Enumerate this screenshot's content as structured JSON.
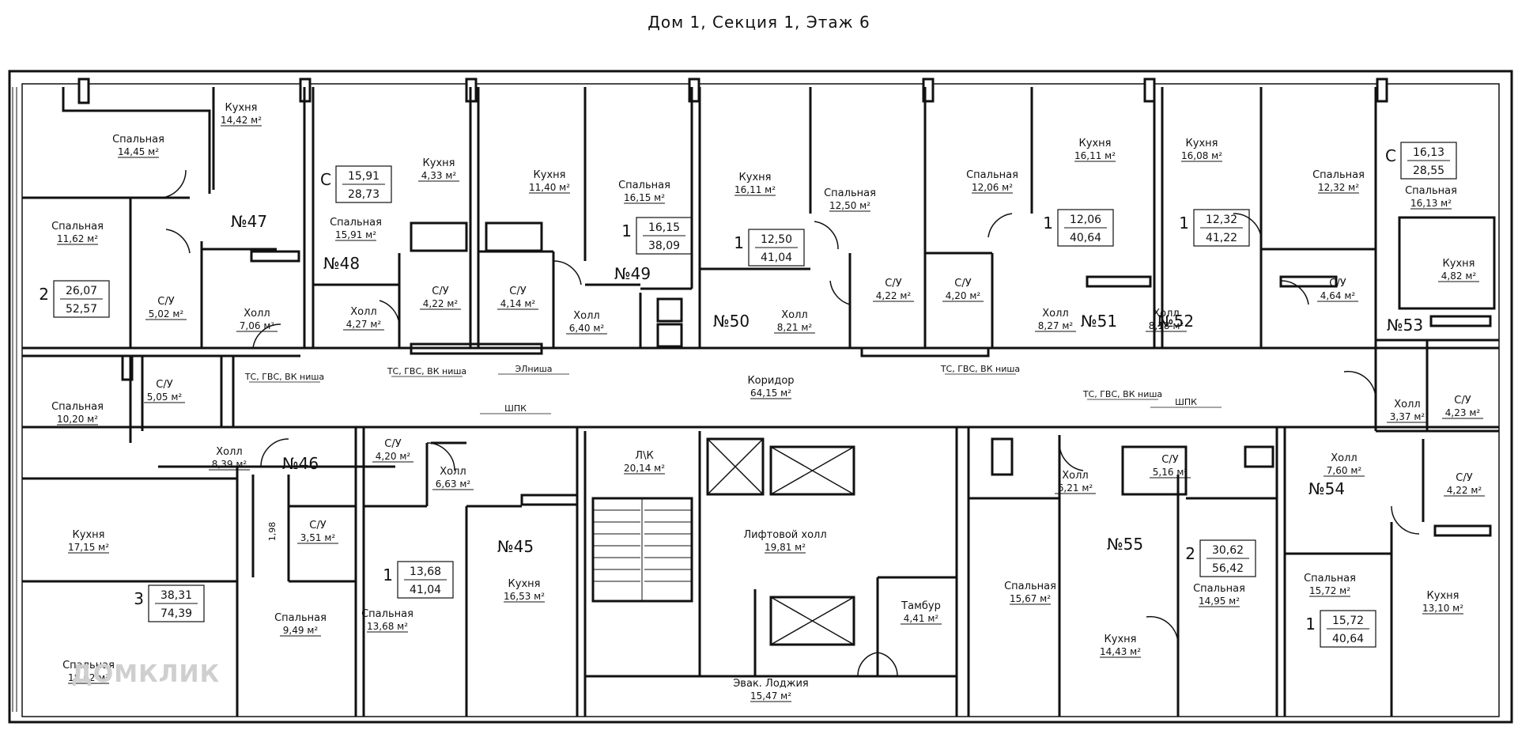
{
  "title": "Дом 1, Секция 1, Этаж 6",
  "watermark": "ДОМКЛИК",
  "apartments": [
    {
      "no": "№47",
      "rooms": "2",
      "living": "26,07",
      "total": "52,57"
    },
    {
      "no": "№48",
      "rooms": "С",
      "living": "15,91",
      "total": "28,73"
    },
    {
      "no": "№49",
      "rooms": "1",
      "living": "16,15",
      "total": "38,09"
    },
    {
      "no": "№50",
      "rooms": "1",
      "living": "12,50",
      "total": "41,04"
    },
    {
      "no": "№51",
      "rooms": "1",
      "living": "12,06",
      "total": "40,64"
    },
    {
      "no": "№52",
      "rooms": "1",
      "living": "12,32",
      "total": "41,22"
    },
    {
      "no": "№53",
      "rooms": "С",
      "living": "16,13",
      "total": "28,55"
    },
    {
      "no": "№46",
      "rooms": "3",
      "living": "38,31",
      "total": "74,39"
    },
    {
      "no": "№45",
      "rooms": "1",
      "living": "13,68",
      "total": "41,04"
    },
    {
      "no": "№55",
      "rooms": "2",
      "living": "30,62",
      "total": "56,42"
    },
    {
      "no": "№54",
      "rooms": "1",
      "living": "15,72",
      "total": "40,64"
    }
  ],
  "rooms": [
    {
      "name": "Спальная",
      "area": "14,45"
    },
    {
      "name": "Кухня",
      "area": "14,42"
    },
    {
      "name": "Спальная",
      "area": "11,62"
    },
    {
      "name": "С/У",
      "area": "5,02"
    },
    {
      "name": "Холл",
      "area": "7,06"
    },
    {
      "name": "Кухня",
      "area": "4,33"
    },
    {
      "name": "Спальная",
      "area": "15,91"
    },
    {
      "name": "Холл",
      "area": "4,27"
    },
    {
      "name": "С/У",
      "area": "4,22"
    },
    {
      "name": "Кухня",
      "area": "11,40"
    },
    {
      "name": "С/У",
      "area": "4,14"
    },
    {
      "name": "Спальная",
      "area": "16,15"
    },
    {
      "name": "Холл",
      "area": "6,40"
    },
    {
      "name": "Кухня",
      "area": "16,11"
    },
    {
      "name": "Холл",
      "area": "8,21"
    },
    {
      "name": "Спальная",
      "area": "12,50"
    },
    {
      "name": "С/У",
      "area": "4,22"
    },
    {
      "name": "Спальная",
      "area": "12,06"
    },
    {
      "name": "С/У",
      "area": "4,20"
    },
    {
      "name": "Кухня",
      "area": "16,11"
    },
    {
      "name": "Холл",
      "area": "8,27"
    },
    {
      "name": "Кухня",
      "area": "16,08"
    },
    {
      "name": "Холл",
      "area": "8,18"
    },
    {
      "name": "Спальная",
      "area": "12,32"
    },
    {
      "name": "С/У",
      "area": "4,64"
    },
    {
      "name": "Спальная",
      "area": "16,13"
    },
    {
      "name": "Кухня",
      "area": "4,82"
    },
    {
      "name": "Холл",
      "area": "3,37"
    },
    {
      "name": "С/У",
      "area": "4,23"
    },
    {
      "name": "Коридор",
      "area": "64,15"
    },
    {
      "name": "Спальная",
      "area": "10,20"
    },
    {
      "name": "С/У",
      "area": "5,05"
    },
    {
      "name": "Холл",
      "area": "8,39"
    },
    {
      "name": "Кухня",
      "area": "17,15"
    },
    {
      "name": "С/У",
      "area": "3,51"
    },
    {
      "name": "Спальная",
      "area": "18,62"
    },
    {
      "name": "Спальная",
      "area": "9,49"
    },
    {
      "name": "С/У",
      "area": "4,20"
    },
    {
      "name": "Холл",
      "area": "6,63"
    },
    {
      "name": "Спальная",
      "area": "13,68"
    },
    {
      "name": "Кухня",
      "area": "16,53"
    },
    {
      "name": "Л\\К",
      "area": "20,14"
    },
    {
      "name": "Лифтовой холл",
      "area": "19,81"
    },
    {
      "name": "Тамбур",
      "area": "4,41"
    },
    {
      "name": "Эвак. Лоджия",
      "area": "15,47"
    },
    {
      "name": "Холл",
      "area": "6,21"
    },
    {
      "name": "С/У",
      "area": "5,16"
    },
    {
      "name": "Спальная",
      "area": "15,67"
    },
    {
      "name": "Спальная",
      "area": "14,95"
    },
    {
      "name": "Кухня",
      "area": "14,43"
    },
    {
      "name": "Холл",
      "area": "7,60"
    },
    {
      "name": "С/У",
      "area": "4,22"
    },
    {
      "name": "Спальная",
      "area": "15,72"
    },
    {
      "name": "Кухня",
      "area": "13,10"
    }
  ],
  "notes": {
    "niche1": "ТС, ГВС, ВК ниша",
    "niche2": "ТС, ГВС, ВК ниша",
    "niche3": "ТС, ГВС, ВК ниша",
    "niche4": "ТС, ГВС, ВК ниша",
    "eniche": "ЭЛниша",
    "shpk1": "ШПК",
    "shpk2": "ШПК",
    "small": "1,98"
  },
  "unit": "м²"
}
